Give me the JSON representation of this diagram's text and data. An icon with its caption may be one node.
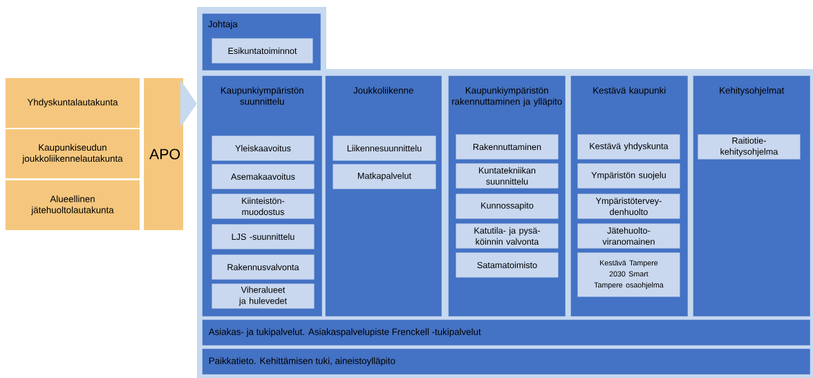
{
  "diagram": {
    "nodes": [
      {
        "text": [
          "Yhdyskuntalautakunta"
        ]
      },
      {
        "text": [
          "Kaupunkiseudun joukkoliikennelautakunta"
        ]
      },
      {
        "text": [
          "Alueellinen jätehuoltolautakunta"
        ]
      },
      {
        "text": [
          "APO"
        ]
      },
      {
        "text": [],
        "shape": "box"
      },
      {
        "text": [
          "Johtaja"
        ],
        "in": 4
      },
      {
        "text": [
          "Esikuntatoiminnot"
        ],
        "in": 5
      },
      {
        "text": [
          "Kaupunkiympäristön suunnittelu"
        ],
        "in": 4
      },
      {
        "text": [
          "Yleiskaavoitus"
        ],
        "in": 7
      },
      {
        "text": [
          "Asemakaavoitus"
        ],
        "in": 7
      },
      {
        "text": [
          "Kiinteistön- muodostus"
        ],
        "in": 7
      },
      {
        "text": [
          "LJS -suunnittelu"
        ],
        "in": 7
      },
      {
        "text": [
          "Rakennusvalvonta"
        ],
        "in": 7
      },
      {
        "text": [
          "Viheralueet ja hulevedet"
        ],
        "in": 7
      },
      {
        "text": [
          "Joukkoliikenne"
        ],
        "in": 4
      },
      {
        "text": [
          "Liikennesuunnittelu"
        ],
        "in": 14
      },
      {
        "text": [
          "Matkapalvelut"
        ],
        "in": 14
      },
      {
        "text": [
          "Kaupunkiympäristön rakennuttaminen ja ylläpito"
        ],
        "in": 4
      },
      {
        "text": [
          "Rakennuttaminen"
        ],
        "in": 17
      },
      {
        "text": [
          "Kuntatekniikan suunnittelu"
        ],
        "in": 17
      },
      {
        "text": [
          "Kunnossapito"
        ],
        "in": 17
      },
      {
        "text": [
          "Katutila- ja pysä- köinnin valvonta"
        ],
        "in": 17
      },
      {
        "text": [
          "Satamatoimisto"
        ],
        "in": 17
      },
      {
        "text": [
          "Kestävä kaupunki"
        ],
        "in": 4
      },
      {
        "text": [
          "Kestävä yhdyskunta"
        ],
        "in": 23
      },
      {
        "text": [
          "Ympäristön suojelu"
        ],
        "in": 23
      },
      {
        "text": [
          "Ympäristötervey- denhuolto"
        ],
        "in": 23
      },
      {
        "text": [
          "Jätehuolto- viranomainen"
        ],
        "in": 23
      },
      {
        "text": [
          "Kestävä Tampere 2030 Smart Tampere osaohjelma"
        ],
        "in": 23
      },
      {
        "text": [
          "Kehitysohjelmat"
        ],
        "in": 4
      },
      {
        "text": [
          "Raitiotie- kehitysohjelma"
        ],
        "in": 29
      },
      {
        "text": [
          "Asiakas- ja tukipalvelut. Asiakaspalvelupiste Frenckell -tukipalvelut"
        ],
        "in": 4
      },
      {
        "text": [
          "Paikkatieto. Kehittämisen tuki, aineistoylläpito"
        ],
        "in": 4
      }
    ],
    "edges": [
      {
        "from": 3,
        "to": 4,
        "arrow": "to"
      }
    ]
  }
}
